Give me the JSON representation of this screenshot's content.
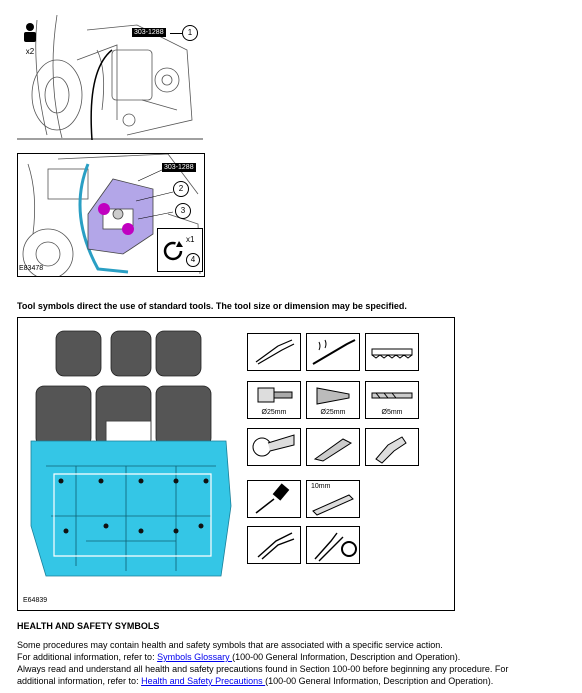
{
  "figure1": {
    "callout_tag": "303-1288",
    "callout_number": "1",
    "person_count": "x2"
  },
  "figure2": {
    "callout_tag": "303-1288",
    "callout_2": "2",
    "callout_3": "3",
    "callout_4": "4",
    "rotation_count": "x1",
    "figure_id": "E83478",
    "accent_color": "#c000c0",
    "part_color": "#b3a6e8"
  },
  "tools_caption": "Tool symbols direct the use of standard tools. The tool size or dimension may be specified.",
  "figure3": {
    "figure_id": "E64839",
    "seat_color": "#34c6e6",
    "tools": [
      {
        "icon": "pliers-cutter-icon",
        "label": ""
      },
      {
        "icon": "soldering-iron-icon",
        "label": ""
      },
      {
        "icon": "saw-blade-icon",
        "label": ""
      },
      {
        "icon": "hole-saw-icon",
        "label": "Ø25mm"
      },
      {
        "icon": "step-drill-icon",
        "label": "Ø25mm"
      },
      {
        "icon": "drill-bit-icon",
        "label": "Ø5mm"
      },
      {
        "icon": "grinder-icon",
        "label": ""
      },
      {
        "icon": "heat-gun-icon",
        "label": ""
      },
      {
        "icon": "riveter-icon",
        "label": ""
      },
      {
        "icon": "screwdriver-icon",
        "label": ""
      },
      {
        "icon": "file-icon",
        "label": "10mm"
      },
      {
        "icon": "wire-stripper-icon",
        "label": ""
      },
      {
        "icon": "snap-ring-pliers-icon",
        "label": ""
      }
    ]
  },
  "health_safety": {
    "heading": "HEALTH AND SAFETY SYMBOLS",
    "line1": "Some procedures may contain health and safety symbols that are associated with a specific service action.",
    "line2_prefix": "For additional information, refer to: ",
    "line2_link": "Symbols Glossary ",
    "line2_suffix": "(100-00 General Information, Description and Operation).",
    "line3": "Always read and understand all health and safety precautions found in Section 100-00 before beginning any procedure. For",
    "line4_prefix": "additional information, refer to: ",
    "line4_link": "Health and Safety Precautions ",
    "line4_suffix": "(100-00 General Information, Description and Operation)."
  }
}
